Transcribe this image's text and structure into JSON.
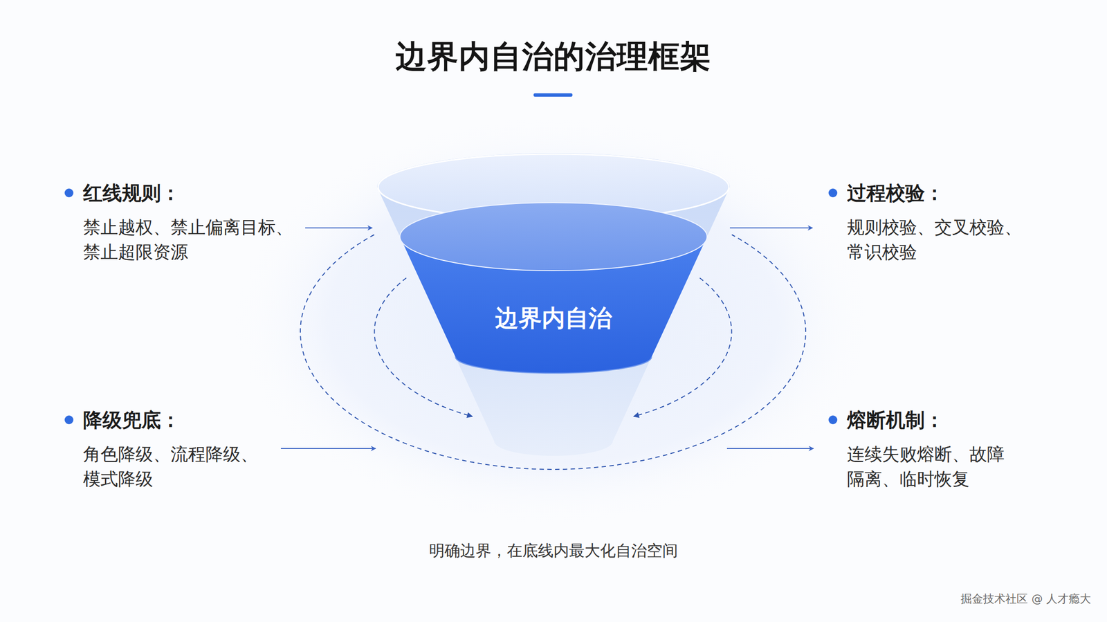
{
  "diagram": {
    "title": "边界内自治的治理框架",
    "caption": "明确边界，在底线内最大化自治空间",
    "nodes": [
      {
        "text": [
          "红线规则：",
          "禁止越权、禁止偏离目标、禁止超限资源"
        ]
      },
      {
        "text": [
          "过程校验：",
          "规则校验、交叉校验、常识校验"
        ]
      },
      {
        "text": [
          "边界内自治"
        ]
      },
      {
        "text": [
          "降级兜底：",
          "角色降级、流程降级、模式降级"
        ]
      },
      {
        "text": [
          "熔断机制：",
          "连续失败熔断、故障隔离、临时恢复"
        ]
      }
    ],
    "edges": [
      {
        "from": 0,
        "to": 2,
        "arrow": "to"
      },
      {
        "from": 2,
        "to": 1,
        "arrow": "to"
      },
      {
        "from": 3,
        "to": 2,
        "arrow": "to"
      },
      {
        "from": 2,
        "to": 4,
        "arrow": "to"
      }
    ],
    "labels": [
      "掘金技术社区 @ 人才瘾大"
    ]
  }
}
